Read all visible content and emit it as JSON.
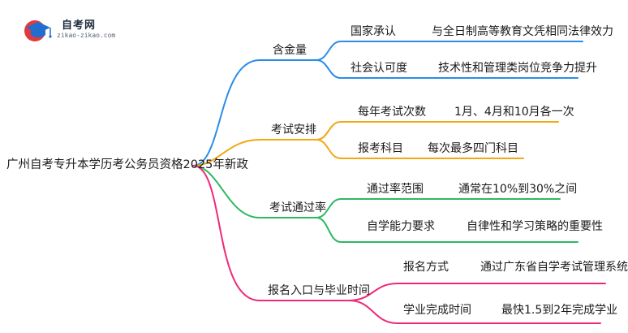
{
  "logo": {
    "name": "自考网",
    "url": "zikao-zikao.com"
  },
  "root": "广州自考专升本学历考公务员资格2025年新政",
  "colors": {
    "blue": "#2b8de8",
    "orange": "#f3a712",
    "green": "#2dba63",
    "pink": "#ee2a78"
  },
  "branches": [
    {
      "label": "含金量",
      "color": "blue",
      "items": [
        {
          "key": "国家承认",
          "value": "与全日制高等教育文凭相同法律效力"
        },
        {
          "key": "社会认可度",
          "value": "技术性和管理类岗位竞争力提升"
        }
      ]
    },
    {
      "label": "考试安排",
      "color": "orange",
      "items": [
        {
          "key": "每年考试次数",
          "value": "1月、4月和10月各一次"
        },
        {
          "key": "报考科目",
          "value": "每次最多四门科目"
        }
      ]
    },
    {
      "label": "考试通过率",
      "color": "green",
      "items": [
        {
          "key": "通过率范围",
          "value": "通常在10%到30%之间"
        },
        {
          "key": "自学能力要求",
          "value": "自律性和学习策略的重要性"
        }
      ]
    },
    {
      "label": "报名入口与毕业时间",
      "color": "pink",
      "items": [
        {
          "key": "报名方式",
          "value": "通过广东省自学考试管理系统"
        },
        {
          "key": "学业完成时间",
          "value": "最快1.5到2年完成学业"
        }
      ]
    }
  ]
}
